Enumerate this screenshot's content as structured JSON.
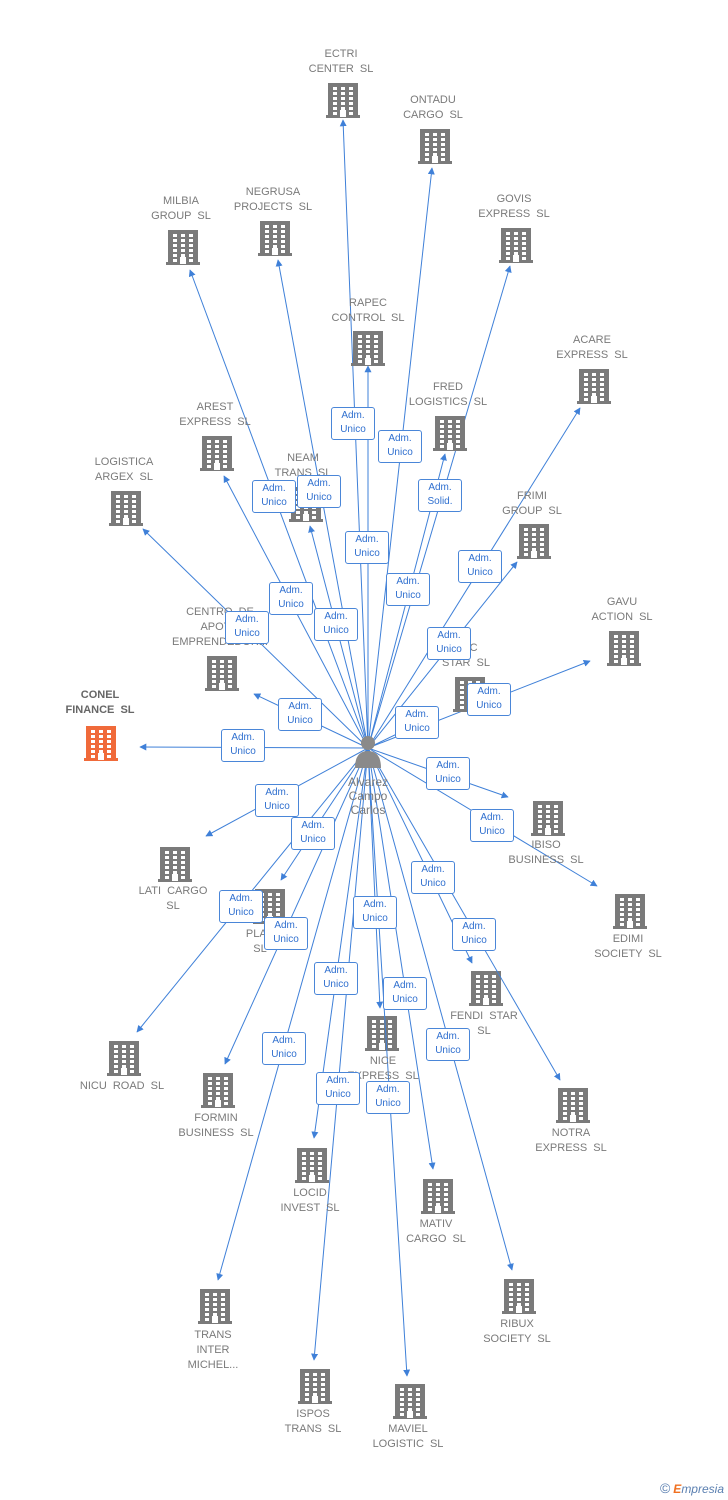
{
  "colors": {
    "edge": "#3f80d8",
    "building": "#7a7a7a",
    "focus": "#f06a3a",
    "person": "#8a8a8a"
  },
  "center": {
    "name": "Alvarez\nCampo\nCarlos",
    "icon": "person-icon"
  },
  "companies": [
    {
      "id": "ectri-center-sl",
      "label": "ECTRI\nCENTER  SL"
    },
    {
      "id": "ontadu-cargo-sl",
      "label": "ONTADU\nCARGO  SL"
    },
    {
      "id": "milbia-group-sl",
      "label": "MILBIA\nGROUP  SL"
    },
    {
      "id": "negrusa-projects-sl",
      "label": "NEGRUSA\nPROJECTS  SL"
    },
    {
      "id": "govis-express-sl",
      "label": "GOVIS\nEXPRESS  SL"
    },
    {
      "id": "rapec-control-sl",
      "label": "RAPEC\nCONTROL  SL"
    },
    {
      "id": "acare-express-sl",
      "label": "ACARE\nEXPRESS  SL"
    },
    {
      "id": "fred-logistics-sl",
      "label": "FRED\nLOGISTICS  SL"
    },
    {
      "id": "arest-express-sl",
      "label": "AREST\nEXPRESS  SL"
    },
    {
      "id": "neam-trans-sl",
      "label": "NEAM\nTRANS  SL"
    },
    {
      "id": "logistica-argex-sl",
      "label": "LOGISTICA\nARGEX  SL"
    },
    {
      "id": "frimi-group-sl",
      "label": "FRIMI\nGROUP  SL"
    },
    {
      "id": "centro-de-apoyo",
      "label": "CENTRO  DE\nAPOYO\nEMPRENDEDOR..."
    },
    {
      "id": "gavu-action-sl",
      "label": "GAVU\nACTION  SL"
    },
    {
      "id": "rec-star-sl",
      "label": "REC\nSTAR  SL"
    },
    {
      "id": "conel-finance-sl",
      "label": "CONEL\nFINANCE  SL",
      "focus": true
    },
    {
      "id": "ibiso-business-sl",
      "label": "IBISO\nBUSINESS  SL"
    },
    {
      "id": "lati-cargo-sl",
      "label": "LATI CARGO\nSL"
    },
    {
      "id": "edimi-society-sl",
      "label": "EDIMI\nSOCIETY  SL"
    },
    {
      "id": "plas-sl",
      "label": "PLAS\nSL"
    },
    {
      "id": "fendi-star-sl",
      "label": "FENDI STAR\nSL"
    },
    {
      "id": "nicu-road-sl",
      "label": "NICU ROAD  SL"
    },
    {
      "id": "nice-express-sl",
      "label": "NICE\nEXPRESS  SL"
    },
    {
      "id": "formin-business-sl",
      "label": "FORMIN\nBUSINESS  SL"
    },
    {
      "id": "notra-express-sl",
      "label": "NOTRA\nEXPRESS  SL"
    },
    {
      "id": "locid-invest-sl",
      "label": "LOCID\nINVEST  SL"
    },
    {
      "id": "mativ-cargo-sl",
      "label": "MATIV\nCARGO  SL"
    },
    {
      "id": "trans-inter-michel",
      "label": "TRANS\nINTER\nMICHEL..."
    },
    {
      "id": "ribux-society-sl",
      "label": "RIBUX\nSOCIETY  SL"
    },
    {
      "id": "ispos-trans-sl",
      "label": "ISPOS\nTRANS  SL"
    },
    {
      "id": "maviel-logistic-sl",
      "label": "MAVIEL\nLOGISTIC  SL"
    }
  ],
  "relations": [
    "Adm.\nUnico",
    "Adm.\nUnico",
    "Adm.\nUnico",
    "Adm.\nUnico",
    "Adm.\nSolid.",
    "Adm.\nUnico",
    "Adm.\nUnico",
    "Adm.\nUnico",
    "Adm.\nUnico",
    "Adm.\nUnico",
    "Adm.\nUnico",
    "Adm.\nUnico",
    "Adm.\nUnico",
    "Adm.\nUnico",
    "Adm.\nUnico",
    "Adm.\nUnico",
    "Adm.\nUnico",
    "Adm.\nUnico",
    "Adm.\nUnico",
    "Adm.\nUnico",
    "Adm.\nUnico",
    "Adm.\nUnico",
    "Adm.\nUnico",
    "Adm.\nUnico",
    "Adm.\nUnico",
    "Adm.\nUnico",
    "Adm.\nUnico",
    "Adm.\nUnico",
    "Adm.\nUnico",
    "Adm.\nUnico",
    "Adm.\nUnico"
  ],
  "footer": {
    "copyright": "©",
    "brand_initial": "E",
    "brand_rest": "mpresia"
  }
}
